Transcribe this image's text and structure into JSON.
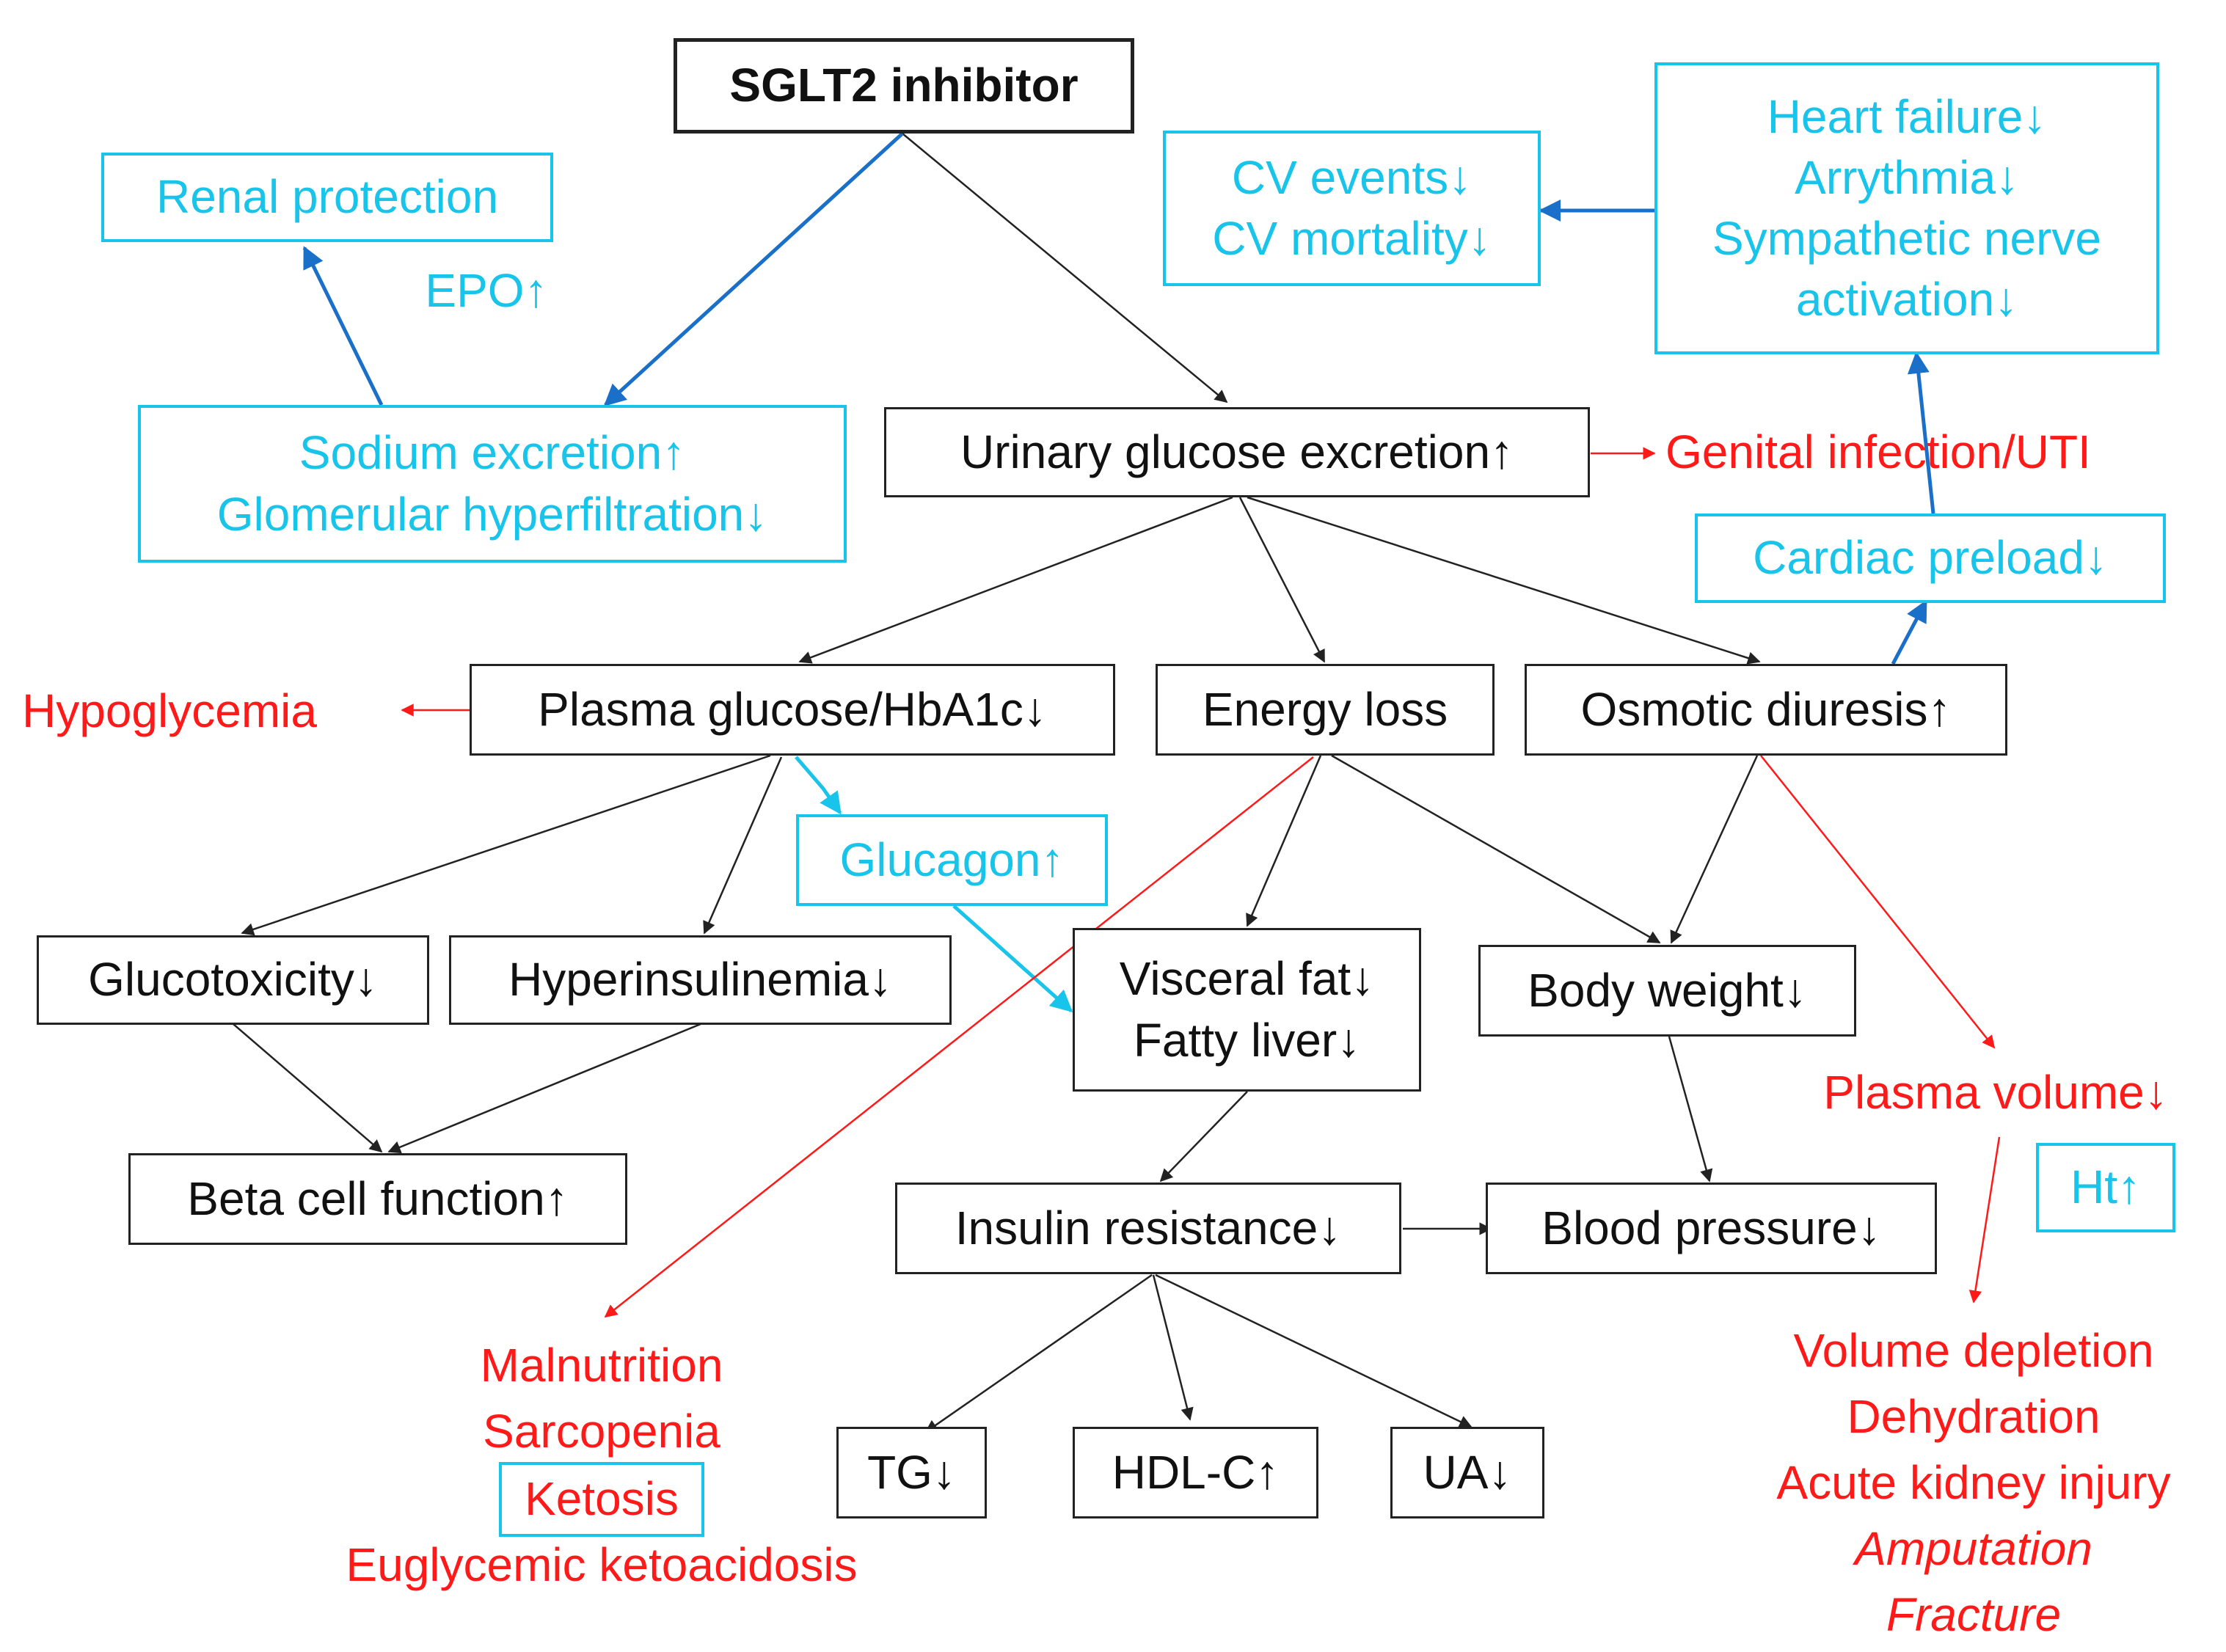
{
  "colors": {
    "black": "#222222",
    "cyan": "#19c4ea",
    "blue_arrow": "#1a6fc9",
    "red": "#ff1a1a"
  },
  "nodes": {
    "sglt2": "SGLT2 inhibitor",
    "renal_protection": "Renal protection",
    "epo": "EPO↑",
    "sodium": [
      "Sodium excretion↑",
      "Glomerular hyperfiltration↓"
    ],
    "cv_events": [
      "CV events↓",
      "CV mortality↓"
    ],
    "heart_failure": [
      "Heart failure↓",
      "Arrythmia↓",
      "Sympathetic nerve",
      "activation↓"
    ],
    "urinary": "Urinary glucose excretion↑",
    "genital": "Genital infection/UTI",
    "cardiac_preload": "Cardiac preload↓",
    "hypoglycemia": "Hypoglycemia",
    "plasma_glucose": "Plasma glucose/HbA1c↓",
    "energy_loss": "Energy loss",
    "osmotic": "Osmotic diuresis↑",
    "glucagon": "Glucagon↑",
    "glucotoxicity": "Glucotoxicity↓",
    "hyperinsulinemia": "Hyperinsulinemia↓",
    "visceral": [
      "Visceral fat↓",
      "Fatty liver↓"
    ],
    "body_weight": "Body weight↓",
    "plasma_volume": "Plasma volume↓",
    "ht": "Ht↑",
    "beta_cell": "Beta cell function↑",
    "insulin_resistance": "Insulin resistance↓",
    "blood_pressure": "Blood pressure↓",
    "malnutrition": "Malnutrition",
    "sarcopenia": "Sarcopenia",
    "ketosis": "Ketosis",
    "euglycemic": "Euglycemic ketoacidosis",
    "tg": "TG↓",
    "hdl": "HDL-C↑",
    "ua": "UA↓",
    "volume_depletion": "Volume depletion",
    "dehydration": "Dehydration",
    "aki": "Acute kidney injury",
    "amputation": "Amputation",
    "fracture": "Fracture"
  }
}
